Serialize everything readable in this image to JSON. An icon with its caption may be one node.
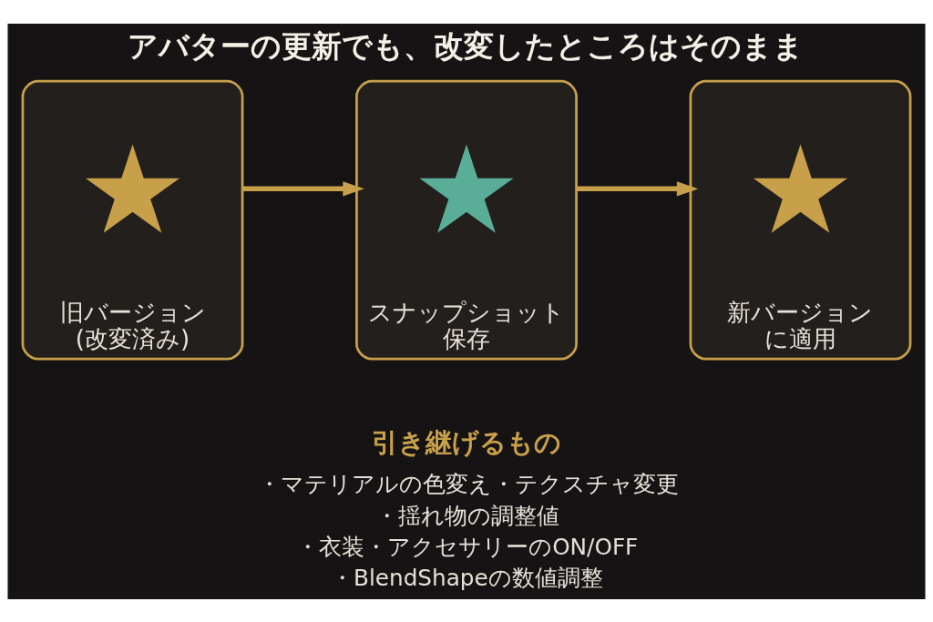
{
  "diagram": {
    "title": "アバターの更新でも、改変したところはそのまま",
    "nodes": [
      {
        "text": [
          "旧バージョン(改変済み)"
        ]
      },
      {
        "text": [],
        "shape": "star",
        "in": 0
      },
      {
        "text": [
          "スナップショット保存"
        ]
      },
      {
        "text": [],
        "shape": "star",
        "in": 2
      },
      {
        "text": [
          "新バージョンに適用"
        ]
      },
      {
        "text": [],
        "shape": "star",
        "in": 4
      }
    ],
    "edges": [
      {
        "from": 0,
        "to": 2,
        "arrow": "to"
      },
      {
        "from": 2,
        "to": 4,
        "arrow": "to"
      }
    ],
    "labels": [
      "引き継げるもの",
      "・マテリアルの色変え・テクスチャ変更",
      "・揺れ物の調整値",
      "・衣装・アクセサリーのON/OFF",
      "・BlendShapeの数値調整"
    ]
  }
}
